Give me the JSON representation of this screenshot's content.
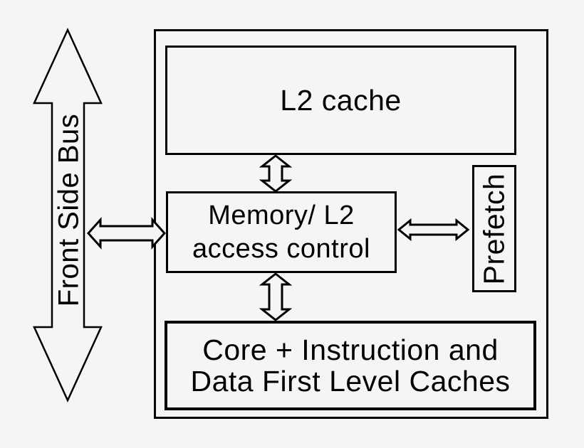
{
  "diagram": {
    "colors": {
      "background": "#f5f5f5",
      "line": "#000000",
      "text": "#000000"
    },
    "nodes": {
      "front_side_bus": {
        "label": "Front Side Bus"
      },
      "l2_cache": {
        "label": "L2 cache"
      },
      "memory_access_control": {
        "line1": "Memory/ L2",
        "line2": "access control"
      },
      "prefetch": {
        "label": "Prefetch"
      },
      "core": {
        "line1": "Core + Instruction and",
        "line2": "Data First Level Caches"
      }
    },
    "connections": [
      {
        "from": "front_side_bus",
        "to": "memory_access_control",
        "style": "double-headed-horizontal-arrow"
      },
      {
        "from": "l2_cache",
        "to": "memory_access_control",
        "style": "double-headed-vertical-arrow"
      },
      {
        "from": "memory_access_control",
        "to": "prefetch",
        "style": "double-headed-horizontal-arrow"
      },
      {
        "from": "memory_access_control",
        "to": "core",
        "style": "double-headed-vertical-arrow"
      }
    ]
  }
}
